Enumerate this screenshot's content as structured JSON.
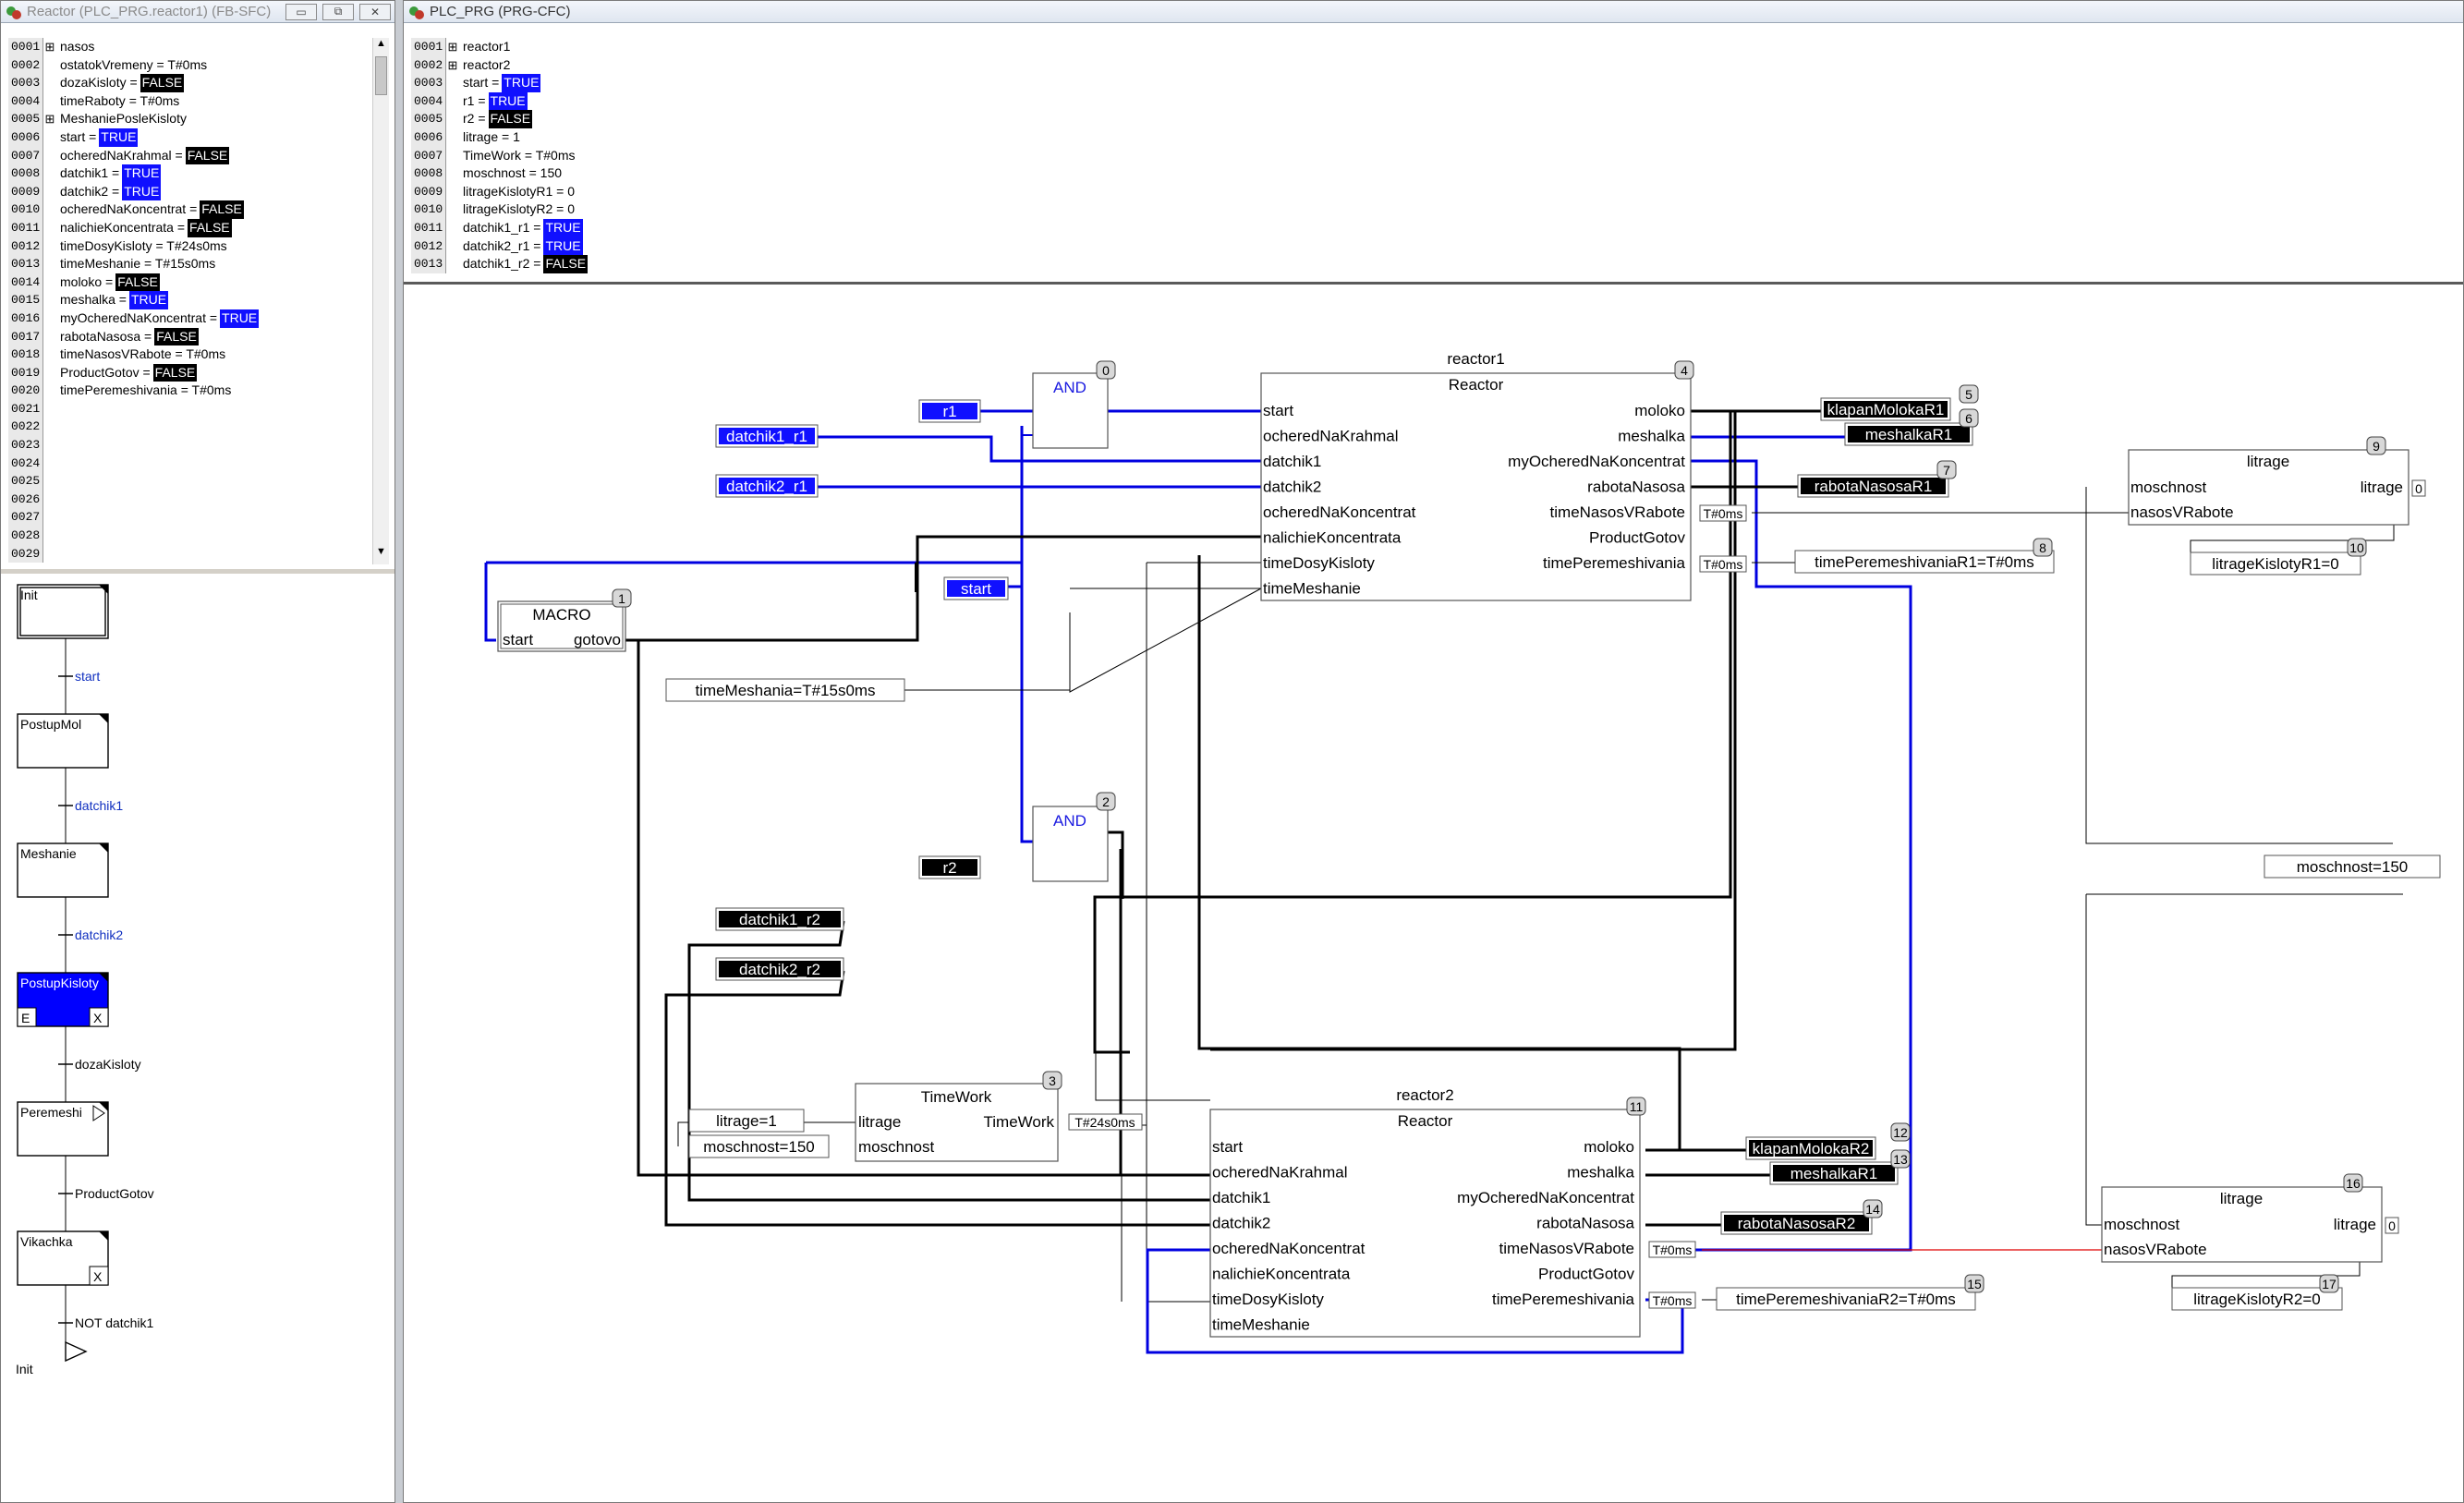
{
  "left_window": {
    "title": "Reactor (PLC_PRG.reactor1) (FB-SFC)",
    "controls": {
      "minimize": "▭",
      "restore": "⧉",
      "close": "✕"
    },
    "vars": [
      {
        "n": "0001",
        "exp": "⊞",
        "name": "nasos",
        "val": "",
        "s": ""
      },
      {
        "n": "0002",
        "exp": "",
        "name": "ostatokVremeny = T#0ms",
        "val": "",
        "s": ""
      },
      {
        "n": "0003",
        "exp": "",
        "name": "dozaKisloty =",
        "val": "FALSE",
        "s": "f"
      },
      {
        "n": "0004",
        "exp": "",
        "name": "timeRaboty = T#0ms",
        "val": "",
        "s": ""
      },
      {
        "n": "0005",
        "exp": "⊞",
        "name": "MeshaniePosleKisloty",
        "val": "",
        "s": ""
      },
      {
        "n": "0006",
        "exp": "",
        "name": "start =",
        "val": "TRUE",
        "s": "t"
      },
      {
        "n": "0007",
        "exp": "",
        "name": "ocheredNaKrahmal =",
        "val": "FALSE",
        "s": "f"
      },
      {
        "n": "0008",
        "exp": "",
        "name": "datchik1 =",
        "val": "TRUE",
        "s": "t"
      },
      {
        "n": "0009",
        "exp": "",
        "name": "datchik2 =",
        "val": "TRUE",
        "s": "t"
      },
      {
        "n": "0010",
        "exp": "",
        "name": "ocheredNaKoncentrat =",
        "val": "FALSE",
        "s": "f"
      },
      {
        "n": "0011",
        "exp": "",
        "name": "nalichieKoncentrata =",
        "val": "FALSE",
        "s": "f"
      },
      {
        "n": "0012",
        "exp": "",
        "name": "timeDosyKisloty = T#24s0ms",
        "val": "",
        "s": ""
      },
      {
        "n": "0013",
        "exp": "",
        "name": "timeMeshanie = T#15s0ms",
        "val": "",
        "s": ""
      },
      {
        "n": "0014",
        "exp": "",
        "name": "moloko =",
        "val": "FALSE",
        "s": "f"
      },
      {
        "n": "0015",
        "exp": "",
        "name": "meshalka =",
        "val": "TRUE",
        "s": "t"
      },
      {
        "n": "0016",
        "exp": "",
        "name": "myOcheredNaKoncentrat =",
        "val": "TRUE",
        "s": "t"
      },
      {
        "n": "0017",
        "exp": "",
        "name": "rabotaNasosa =",
        "val": "FALSE",
        "s": "f"
      },
      {
        "n": "0018",
        "exp": "",
        "name": "timeNasosVRabote = T#0ms",
        "val": "",
        "s": ""
      },
      {
        "n": "0019",
        "exp": "",
        "name": "ProductGotov =",
        "val": "FALSE",
        "s": "f"
      },
      {
        "n": "0020",
        "exp": "",
        "name": "timePeremeshivania = T#0ms",
        "val": "",
        "s": ""
      },
      {
        "n": "0021",
        "exp": "",
        "name": "",
        "val": "",
        "s": ""
      },
      {
        "n": "0022",
        "exp": "",
        "name": "",
        "val": "",
        "s": ""
      },
      {
        "n": "0023",
        "exp": "",
        "name": "",
        "val": "",
        "s": ""
      },
      {
        "n": "0024",
        "exp": "",
        "name": "",
        "val": "",
        "s": ""
      },
      {
        "n": "0025",
        "exp": "",
        "name": "",
        "val": "",
        "s": ""
      },
      {
        "n": "0026",
        "exp": "",
        "name": "",
        "val": "",
        "s": ""
      },
      {
        "n": "0027",
        "exp": "",
        "name": "",
        "val": "",
        "s": ""
      },
      {
        "n": "0028",
        "exp": "",
        "name": "",
        "val": "",
        "s": ""
      },
      {
        "n": "0029",
        "exp": "",
        "name": "",
        "val": "",
        "s": ""
      }
    ],
    "scroll_up": "▲",
    "scroll_down": "▼",
    "sfc": {
      "steps": [
        {
          "name": "Init",
          "active": false,
          "initial": true,
          "flags": ""
        },
        {
          "name": "PostupMol",
          "active": false,
          "initial": false,
          "flags": ""
        },
        {
          "name": "Meshanie",
          "active": false,
          "initial": false,
          "flags": ""
        },
        {
          "name": "PostupKisloty",
          "active": true,
          "initial": false,
          "flags": "EX"
        },
        {
          "name": "Peremeshi",
          "active": false,
          "initial": false,
          "flags": ""
        },
        {
          "name": "Vikachka",
          "active": false,
          "initial": false,
          "flags": "X"
        }
      ],
      "transitions": [
        {
          "name": "start",
          "active": true
        },
        {
          "name": "datchik1",
          "active": true
        },
        {
          "name": "datchik2",
          "active": true
        },
        {
          "name": "dozaKisloty",
          "active": false
        },
        {
          "name": "ProductGotov",
          "active": false
        },
        {
          "name": "NOT datchik1",
          "active": false
        }
      ],
      "jump": "Init",
      "flag_e": "E",
      "flag_x": "X"
    }
  },
  "right_window": {
    "title": "PLC_PRG (PRG-CFC)",
    "vars": [
      {
        "n": "0001",
        "exp": "⊞",
        "name": "reactor1",
        "val": "",
        "s": ""
      },
      {
        "n": "0002",
        "exp": "⊞",
        "name": "reactor2",
        "val": "",
        "s": ""
      },
      {
        "n": "0003",
        "exp": "",
        "name": "start =",
        "val": "TRUE",
        "s": "t"
      },
      {
        "n": "0004",
        "exp": "",
        "name": "r1 =",
        "val": "TRUE",
        "s": "t"
      },
      {
        "n": "0005",
        "exp": "",
        "name": "r2 =",
        "val": "FALSE",
        "s": "f"
      },
      {
        "n": "0006",
        "exp": "",
        "name": "litrage = 1",
        "val": "",
        "s": ""
      },
      {
        "n": "0007",
        "exp": "",
        "name": "TimeWork = T#0ms",
        "val": "",
        "s": ""
      },
      {
        "n": "0008",
        "exp": "",
        "name": "moschnost = 150",
        "val": "",
        "s": ""
      },
      {
        "n": "0009",
        "exp": "",
        "name": "litrageKislotyR1 = 0",
        "val": "",
        "s": ""
      },
      {
        "n": "0010",
        "exp": "",
        "name": "litrageKislotyR2 = 0",
        "val": "",
        "s": ""
      },
      {
        "n": "0011",
        "exp": "",
        "name": "datchik1_r1 =",
        "val": "TRUE",
        "s": "t"
      },
      {
        "n": "0012",
        "exp": "",
        "name": "datchik2_r1 =",
        "val": "TRUE",
        "s": "t"
      },
      {
        "n": "0013",
        "exp": "",
        "name": "datchik1_r2 =",
        "val": "FALSE",
        "s": "f"
      }
    ],
    "cfc": {
      "reactor1": {
        "instance": "reactor1",
        "type": "Reactor",
        "order": "4",
        "inputs": [
          "start",
          "ocheredNaKrahmal",
          "datchik1",
          "datchik2",
          "ocheredNaKoncentrat",
          "nalichieKoncentrata",
          "timeDosyKisloty",
          "timeMeshanie"
        ],
        "outputs": [
          "moloko",
          "meshalka",
          "myOcheredNaKoncentrat",
          "rabotaNasosa",
          "timeNasosVRabote",
          "ProductGotov",
          "timePeremeshivania"
        ],
        "out_values": [
          "",
          "",
          "",
          "",
          "T#0ms",
          "",
          "T#0ms"
        ]
      },
      "reactor2": {
        "instance": "reactor2",
        "type": "Reactor",
        "order": "11",
        "inputs": [
          "start",
          "ocheredNaKrahmal",
          "datchik1",
          "datchik2",
          "ocheredNaKoncentrat",
          "nalichieKoncentrata",
          "timeDosyKisloty",
          "timeMeshanie"
        ],
        "outputs": [
          "moloko",
          "meshalka",
          "myOcheredNaKoncentrat",
          "rabotaNasosa",
          "timeNasosVRabote",
          "ProductGotov",
          "timePeremeshivania"
        ],
        "out_values": [
          "",
          "",
          "",
          "",
          "T#0ms",
          "",
          "T#0ms"
        ]
      },
      "and1": {
        "label": "AND",
        "order": "0"
      },
      "and2": {
        "label": "AND",
        "order": "2"
      },
      "macro": {
        "label": "MACRO",
        "order": "1",
        "in": "start",
        "out": "gotovo"
      },
      "timework": {
        "label": "TimeWork",
        "order": "3",
        "in1": "litrage",
        "in2": "moschnost",
        "out": "TimeWork",
        "out_value": "T#24s0ms"
      },
      "litrage1": {
        "label": "litrage",
        "order": "9",
        "in1": "moschnost",
        "in2": "nasosVRabote",
        "out": "litrage",
        "out_value": "0"
      },
      "litrage2": {
        "label": "litrage",
        "order": "16",
        "in1": "moschnost",
        "in2": "nasosVRabote",
        "out": "litrage",
        "out_value": "0"
      },
      "inputs": {
        "r1": "r1",
        "r2": "r2",
        "start": "start",
        "datchik1_r1": "datchik1_r1",
        "datchik2_r1": "datchik2_r1",
        "datchik1_r2": "datchik1_r2",
        "datchik2_r2": "datchik2_r2",
        "timeMeshania": "timeMeshania=T#15s0ms",
        "litrage": "litrage=1",
        "moschnost": "moschnost=150",
        "moschnost_right": "moschnost=150"
      },
      "outputs": {
        "klapanMolokaR1": {
          "label": "klapanMolokaR1",
          "order": "5"
        },
        "meshalkaR1": {
          "label": "meshalkaR1",
          "order": "6"
        },
        "rabotaNasosaR1": {
          "label": "rabotaNasosaR1",
          "order": "7"
        },
        "timePeremeshivaniaR1": {
          "label": "timePeremeshivaniaR1=T#0ms",
          "order": "8"
        },
        "litrageKislotyR1": {
          "label": "litrageKislotyR1=0",
          "order": "10"
        },
        "klapanMolokaR2": {
          "label": "klapanMolokaR2",
          "order": "12"
        },
        "meshalkaR1b": {
          "label": "meshalkaR1",
          "order": "13"
        },
        "rabotaNasosaR2": {
          "label": "rabotaNasosaR2",
          "order": "14"
        },
        "timePeremeshivaniaR2": {
          "label": "timePeremeshivaniaR2=T#0ms",
          "order": "15"
        },
        "litrageKislotyR2": {
          "label": "litrageKislotyR2=0",
          "order": "17"
        }
      }
    }
  },
  "colors": {
    "true_blue": "#1010ff",
    "false_black": "#000000",
    "wire_blue": "#0000e0",
    "wire_black": "#000000",
    "wire_red": "#e00000",
    "active_step": "#0000ff"
  }
}
